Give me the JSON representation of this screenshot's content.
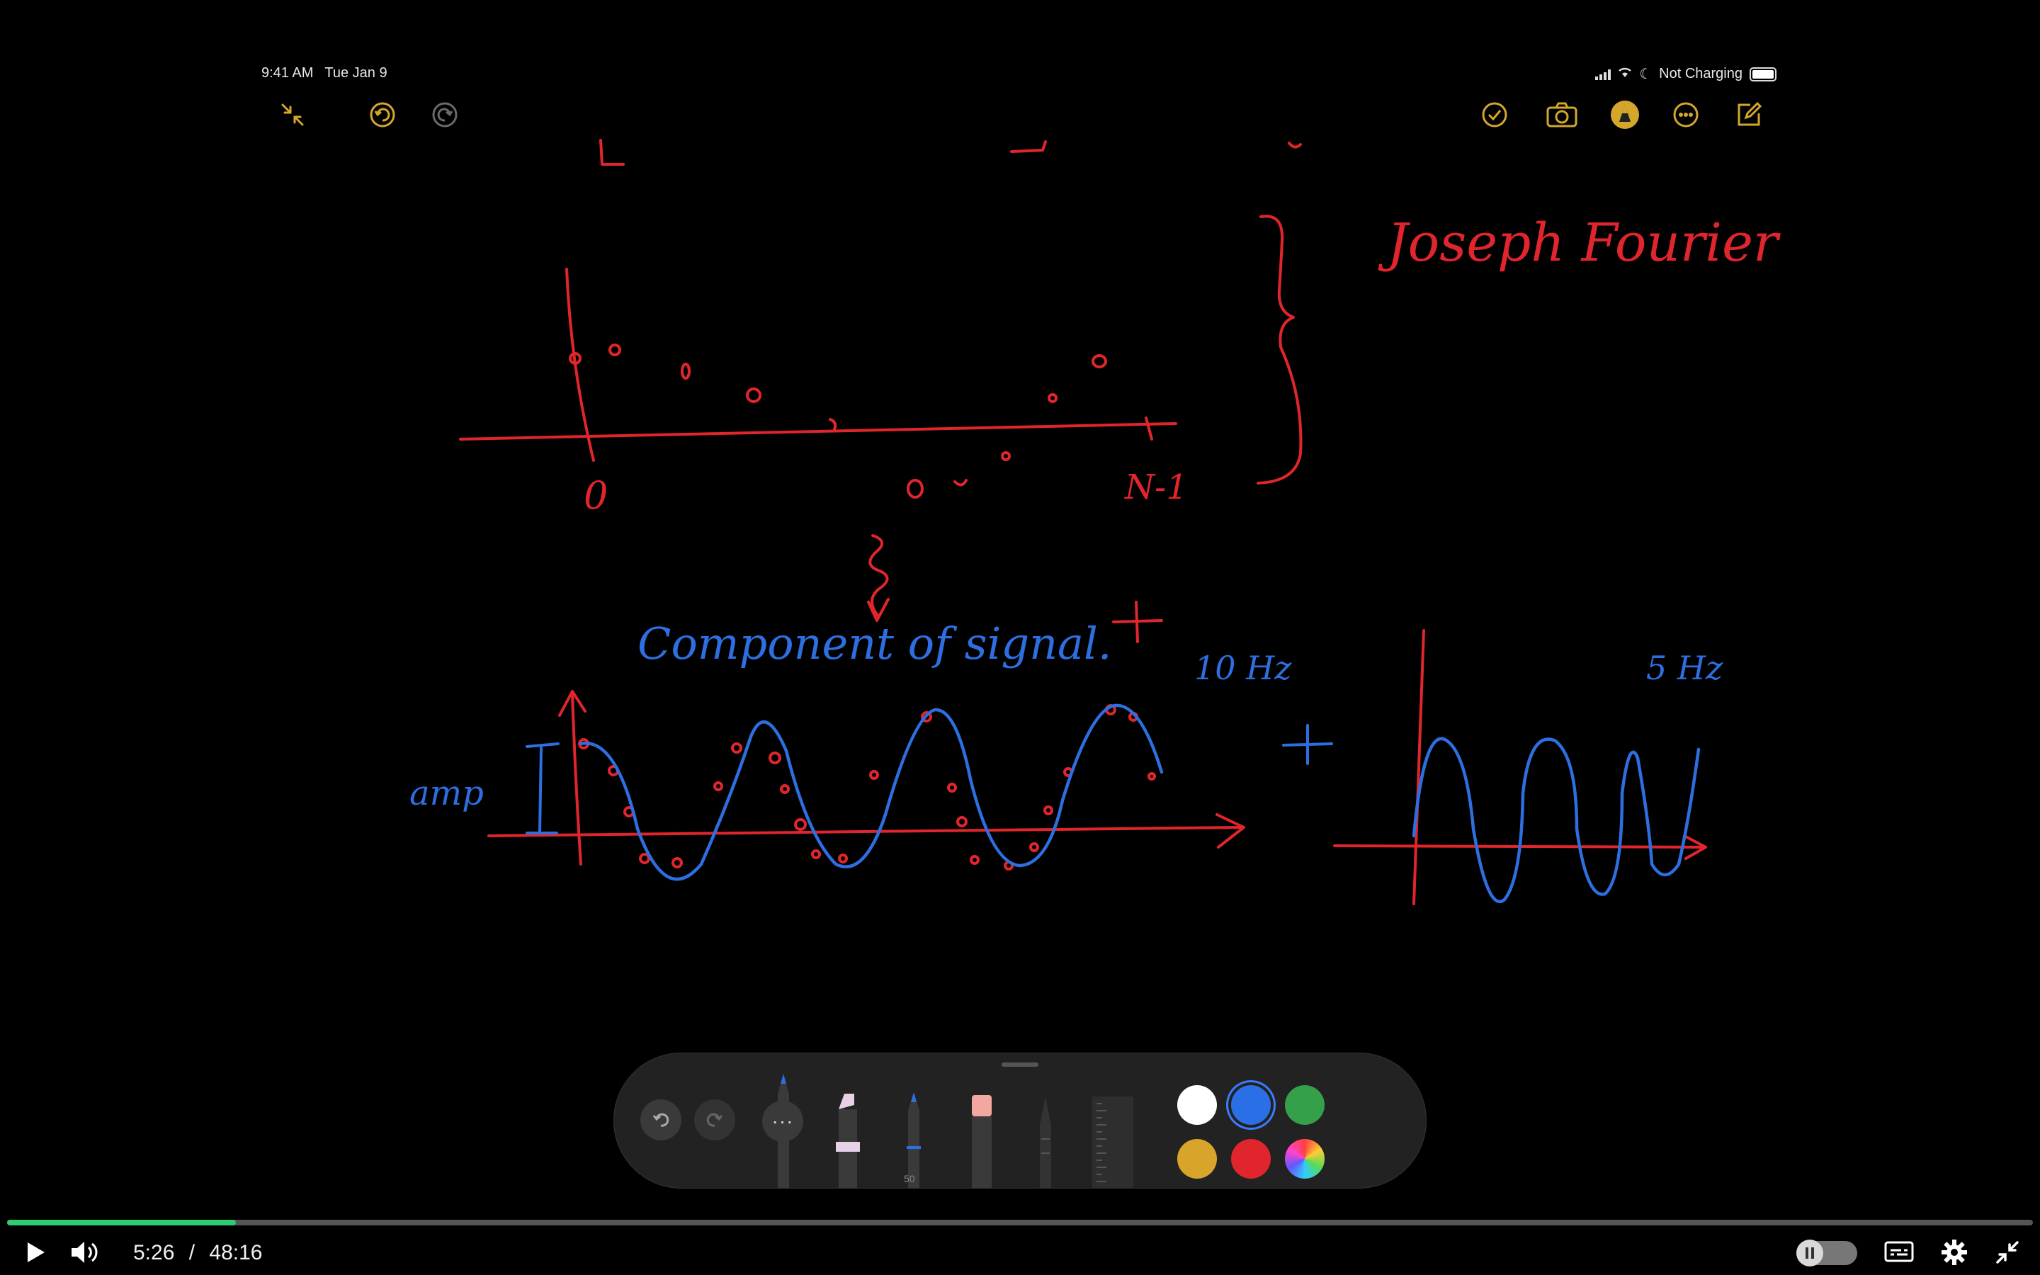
{
  "status_bar": {
    "time": "9:41 AM",
    "date": "Tue Jan 9",
    "battery_text": "Not Charging"
  },
  "notes_toolbar": {
    "left_icons": [
      "collapse-icon",
      "undo-icon",
      "redo-icon"
    ],
    "right_icons": [
      "checklist-icon",
      "camera-icon",
      "markup-icon",
      "more-icon",
      "compose-icon"
    ],
    "accent": "#d4a72c"
  },
  "drawing": {
    "title": "Joseph Fourier",
    "origin_label": "0",
    "end_label": "N-1",
    "component_label": "Component of signal.",
    "amp_label": "amp",
    "freq_left": "10 Hz",
    "freq_right": "5 Hz",
    "plus": "+",
    "colors": {
      "red": "#e0262c",
      "blue": "#2d6fe0"
    }
  },
  "palette": {
    "tools": [
      "pen",
      "marker",
      "pencil",
      "eraser",
      "lasso",
      "ruler"
    ],
    "pencil_width": "50",
    "colors": [
      {
        "name": "white",
        "hex": "#ffffff",
        "selected": false
      },
      {
        "name": "blue",
        "hex": "#2b6fe6",
        "selected": true
      },
      {
        "name": "green",
        "hex": "#35a04a",
        "selected": false
      },
      {
        "name": "yellow",
        "hex": "#d9a42a",
        "selected": false
      },
      {
        "name": "red",
        "hex": "#e0262c",
        "selected": false
      },
      {
        "name": "multicolor",
        "hex": "conic",
        "selected": false
      }
    ]
  },
  "player": {
    "current_time": "5:26",
    "separator": "/",
    "duration": "48:16",
    "progress_fraction": 0.113,
    "progress_color": "#2ecc71"
  }
}
